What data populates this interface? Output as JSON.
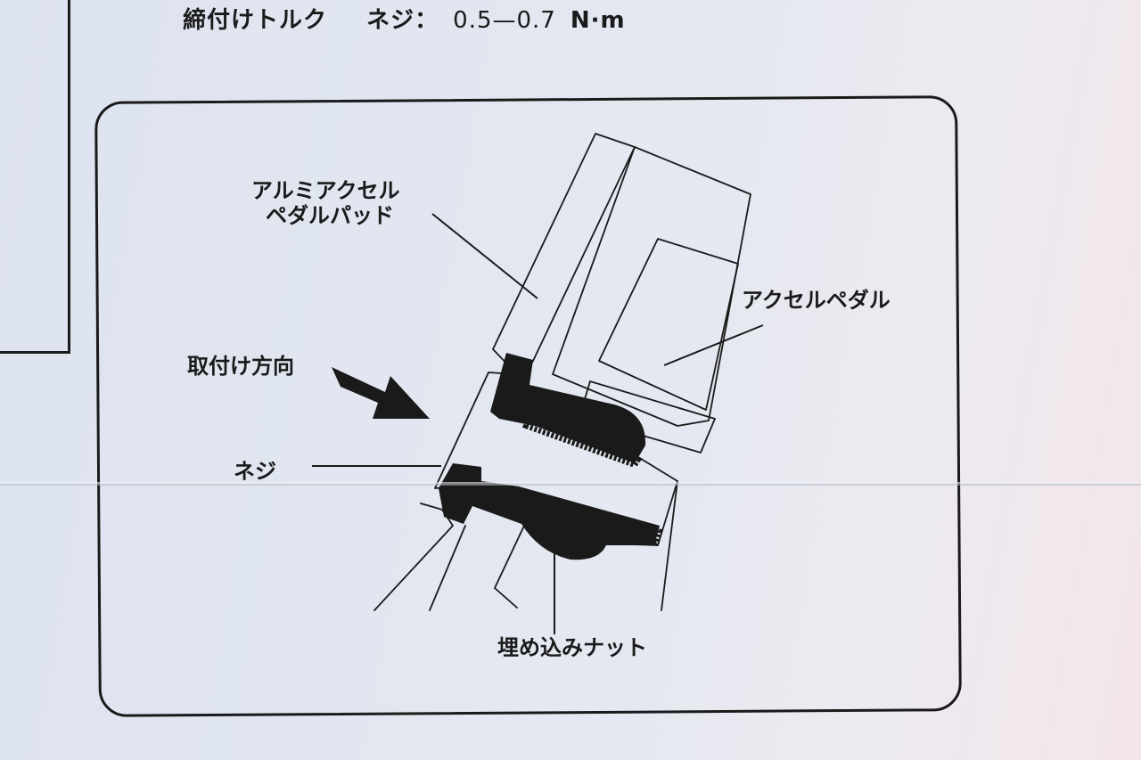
{
  "header": {
    "torque_label": "締付けトルク",
    "screw_label": "ネジ：",
    "torque_value": "0.5—0.7",
    "torque_unit": "N·m"
  },
  "diagram": {
    "labels": {
      "pedal_pad_line1": "アルミアクセル",
      "pedal_pad_line2": "ペダルパッド",
      "accel_pedal": "アクセルペダル",
      "install_direction": "取付け方向",
      "screw": "ネジ",
      "embedded_nut": "埋め込みナット"
    },
    "colors": {
      "ink": "#1a1a1a",
      "paper": "#e2e7f0"
    }
  }
}
